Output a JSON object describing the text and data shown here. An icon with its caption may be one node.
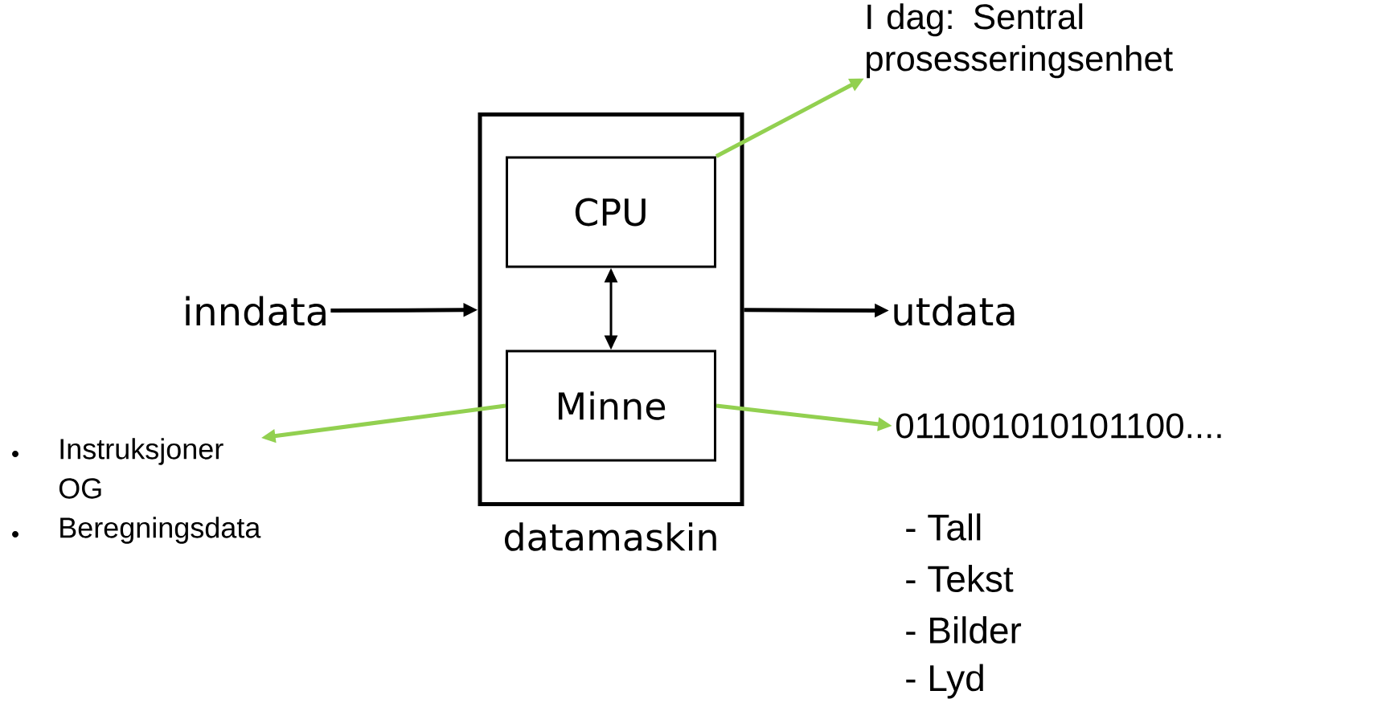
{
  "diagram": {
    "nodes": [
      {
        "text": [
          "datamaskin"
        ]
      },
      {
        "text": [
          "CPU"
        ],
        "in": 0
      },
      {
        "text": [
          "Minne"
        ],
        "in": 0
      },
      {
        "text": [
          "inndata"
        ]
      },
      {
        "text": [
          "utdata"
        ]
      },
      {
        "text": [
          "I dag: Sentral prosesseringsenhet"
        ]
      },
      {
        "text": [
          "Instruksjoner",
          "OG",
          "Beregningsdata"
        ]
      },
      {
        "text": [
          "011001010101100...."
        ]
      }
    ],
    "edges": [
      {
        "from": 3,
        "to": 0,
        "arrow": "to"
      },
      {
        "from": 0,
        "to": 4,
        "arrow": "to"
      },
      {
        "from": 1,
        "to": 2,
        "arrow": "both"
      },
      {
        "from": 1,
        "to": 5,
        "arrow": "to",
        "color": "#92d050"
      },
      {
        "from": 2,
        "to": 6,
        "arrow": "to",
        "color": "#92d050"
      },
      {
        "from": 2,
        "to": 7,
        "arrow": "to",
        "color": "#92d050"
      }
    ],
    "labels": [
      "- Tall",
      "- Tekst",
      "- Bilder",
      "- Lyd"
    ]
  }
}
